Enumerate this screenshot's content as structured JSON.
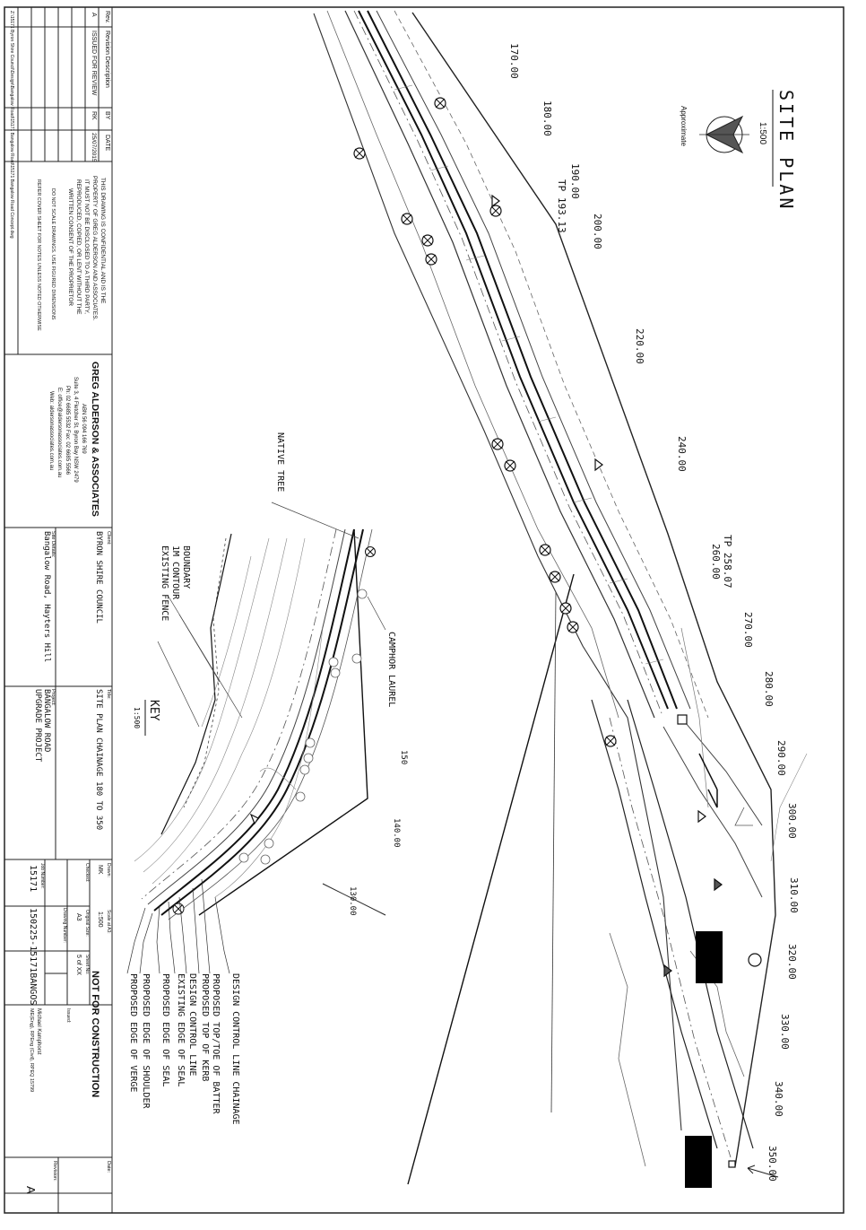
{
  "title_block": {
    "revision_table": {
      "headers": [
        "Rev.",
        "Revision Description",
        "BY",
        "DATE"
      ],
      "rows": [
        {
          "rev": "A",
          "description": "ISSUED FOR REVIEW",
          "by": "RK",
          "date": "25/07/2015"
        }
      ]
    },
    "file_path": "Z:\\15171 Byron Shire Council\\Design\\Bangalow Road\\15171 Bangalow Road\\15171 Bangalow Road Concept.dwg",
    "confidential_notice": [
      "THIS DRAWING IS CONFIDENTIAL AND IS THE",
      "PROPERTY OF GREG ALDERSON AND ASSOCIATES.",
      "IT MUST NOT BE DISCLOSED TO A THIRD PARTY,",
      "REPRODUCED, COPIED, OR LENT WITHOUT THE",
      "WRITTEN CONSENT OF THE PROPRIETOR"
    ],
    "scale_notice": [
      "DO NOT SCALE DRAWINGS. USE FIGURED DIMENSIONS",
      "REFER COVER SHEET FOR NOTES UNLESS NOTED OTHERWISE"
    ],
    "company": {
      "name": "GREG ALDERSON & ASSOCIATES",
      "abn": "ABN 56 094 166 769",
      "address": "Suite 3, 4 Fletcher St, Byron Bay NSW 2479",
      "phone": "Ph: 02 6685 5532  Fax: 02 6685 5566",
      "email": "E: office@aldersonassociates.com.au",
      "web": "Web: aldersonassociates.com.au"
    },
    "client_label": "Client:",
    "client": "BYRON SHIRE COUNCIL",
    "site_details_label": "Site Details:",
    "site_details": "Bangalow Road, Hayters Hill",
    "title_label": "Title:",
    "title": "SITE PLAN CHAINAGE 180 TO 350",
    "project_label": "Project:",
    "project_line1": "BANGALOW ROAD",
    "project_line2": "UPGRADE PROJECT",
    "drawn_label": "Drawn:",
    "drawn": "MK",
    "checked_label": "Checked:",
    "job_number_label": "Job Number:",
    "job_number": "15171",
    "scale_label": "Scale at A3:",
    "scale": "1:500",
    "original_size_label": "Original Size:",
    "original_size": "A3",
    "drawing_number_label": "Drawing Number:",
    "drawing_number": "150225-15171BANGOS",
    "sheet_no_label": "Sheet No:",
    "sheet_no": "5 of XX",
    "not_for_construction": "NOT FOR CONSTRUCTION",
    "issued_label": "Issued:",
    "certifier": "Michael Kamphorst",
    "certifier_quals": "ME(Eng), RPEng (Civil), RPEQ 15799",
    "date_label": "Date:",
    "revision_label": "Revision:",
    "revision": "A"
  },
  "site_plan": {
    "title": "SITE PLAN",
    "scale": "1:500",
    "north_label": "Approximate"
  },
  "chainage_labels": [
    "170.00",
    "180.00",
    "190.00",
    "TP 193.13",
    "200.00",
    "220.00",
    "240.00",
    "TP 258.07",
    "260.00",
    "270.00",
    "280.00",
    "290.00",
    "300.00",
    "310.00",
    "320.00",
    "330.00",
    "340.00",
    "350.00"
  ],
  "key_plan": {
    "title": "KEY",
    "scale": "1:500",
    "contours": [
      "150",
      "140.00",
      "130.00"
    ],
    "labels": {
      "native_tree": "NATIVE TREE",
      "camphor_laurel": "CAMPHOR LAUREL",
      "boundary": "BOUNDARY",
      "contour": "1M CONTOUR",
      "existing_fence": "EXISTING FENCE"
    },
    "legend": [
      "DESIGN CONTROL LINE CHAINAGE",
      "PROPOSED TOP/TOE OF BATTER",
      "PROPOSED TOP OF KERB",
      "DESIGN CONTROL LINE",
      "EXISTING EDGE OF SEAL",
      "PROPOSED EDGE OF SEAL",
      "PROPOSED EDGE OF SHOULDER",
      "PROPOSED EDGE OF VERGE"
    ]
  }
}
